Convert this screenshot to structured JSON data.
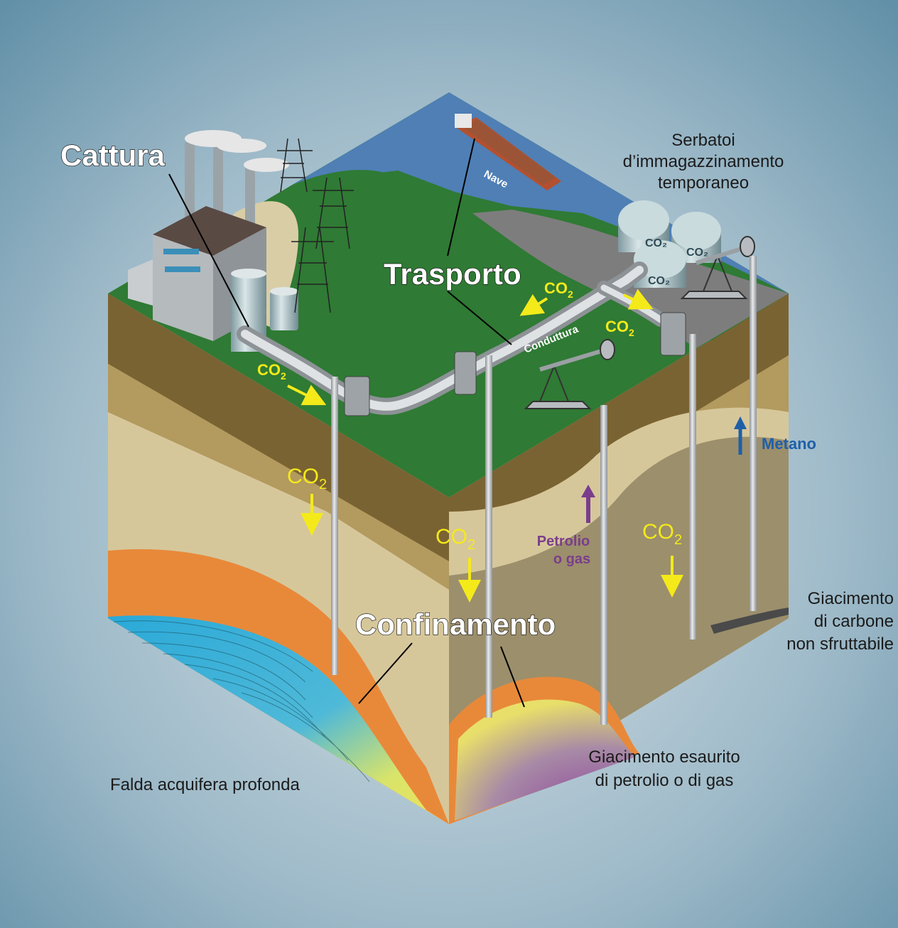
{
  "labels": {
    "cattura": "Cattura",
    "trasporto": "Trasporto",
    "confinamento": "Confinamento",
    "nave": "Nave",
    "conduttura": "Conduttura",
    "serbatoi_line1": "Serbatoi",
    "serbatoi_line2": "d’immagazzinamento",
    "serbatoi_line3": "temporaneo",
    "metano": "Metano",
    "petrolio_line1": "Petrolio",
    "petrolio_line2": "o gas",
    "giacimento_carbone_line1": "Giacimento",
    "giacimento_carbone_line2": "di carbone",
    "giacimento_carbone_line3": "non sfruttabile",
    "giacimento_esaurito_line1": "Giacimento esaurito",
    "giacimento_esaurito_line2": "di petrolio o di gas",
    "falda": "Falda acquifera profonda",
    "co2_prefix": "CO",
    "co2_sub": "2"
  },
  "colors": {
    "background_center": "#c5d5dc",
    "background_edge": "#5f8ea6",
    "grass": "#2f7a34",
    "sea": "#4f7fb5",
    "soil_dark": "#7a6332",
    "soil_mid": "#b39a5e",
    "soil_light": "#d6c79b",
    "orange_layer": "#e8893a",
    "aquifer_blue": "#2aa9d8",
    "reservoir_purple": "#8a3f9a",
    "arrow_yellow": "#f4ea1a",
    "arrow_purple": "#7a3d8c",
    "arrow_blue": "#1f5fa8",
    "pipe": "#b8bcc0"
  }
}
